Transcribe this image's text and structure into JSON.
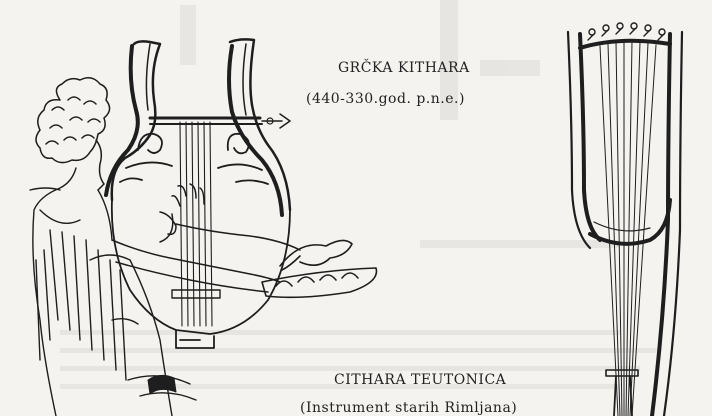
{
  "captions": {
    "kithara_title": "GRČKA KITHARA",
    "kithara_dates": "(440-330.god. p.n.e.)",
    "cithara_title": "CITHARA TEUTONICA",
    "cithara_subtitle": "(Instrument starih Rimljana)"
  },
  "illustrations": {
    "kithara": "greek-kithara-player-illustration",
    "cithara": "cithara-teutonica-illustration"
  },
  "colors": {
    "paper": "#f4f3ef",
    "ink": "#1e1e1e"
  }
}
